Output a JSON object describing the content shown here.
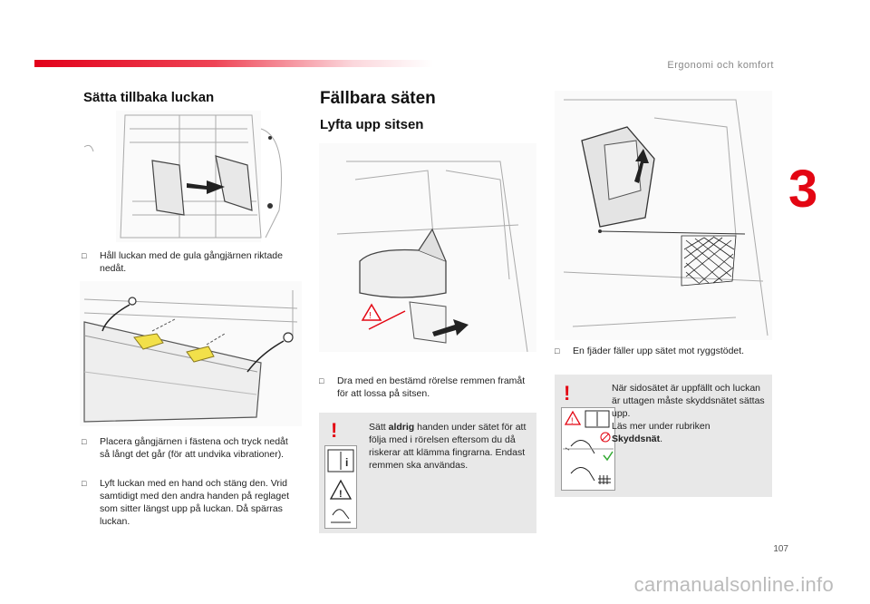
{
  "header": {
    "section_title": "Ergonomi och komfort",
    "chapter_number": "3"
  },
  "left": {
    "heading": "Sätta tillbaka luckan",
    "bullet1": "Håll luckan med de gula gångjärnen riktade nedåt.",
    "bullet2": "Placera gångjärnen i fästena och tryck nedåt så långt det går (för att undvika vibrationer).",
    "bullet3": "Lyft luckan med en hand och stäng den. Vrid samtidigt med den andra handen på reglaget som sitter längst upp på luckan. Då spärras luckan."
  },
  "middle": {
    "heading": "Fällbara säten",
    "subheading": "Lyfta upp sitsen",
    "bullet1": "Dra med en bestämd rörelse remmen framåt för att lossa på sitsen.",
    "note": {
      "pre": "Sätt ",
      "bold": "aldrig",
      "post": " handen under sätet för att följa med i rörelsen eftersom du då riskerar att klämma fingrarna. Endast remmen ska användas."
    }
  },
  "right": {
    "bullet1": "En fjäder fäller upp sätet mot ryggstödet.",
    "note": {
      "text": "När sidosätet är uppfällt och luckan är uttagen måste skyddsnätet sättas upp.",
      "line2": "Läs mer under rubriken",
      "bold": "Skyddsnät",
      "post": "."
    }
  },
  "footer": {
    "page_number": "107",
    "watermark": "carmanualsonline.info"
  },
  "icons": {
    "bullet": "bullet-marker-icon",
    "warning": "warning-exclamation-icon",
    "manual": "manual-book-icon",
    "hand": "hand-caution-icon"
  },
  "colors": {
    "accent": "#e30613",
    "hinge": "#f2e04a",
    "note_bg": "#e8e8e8"
  }
}
